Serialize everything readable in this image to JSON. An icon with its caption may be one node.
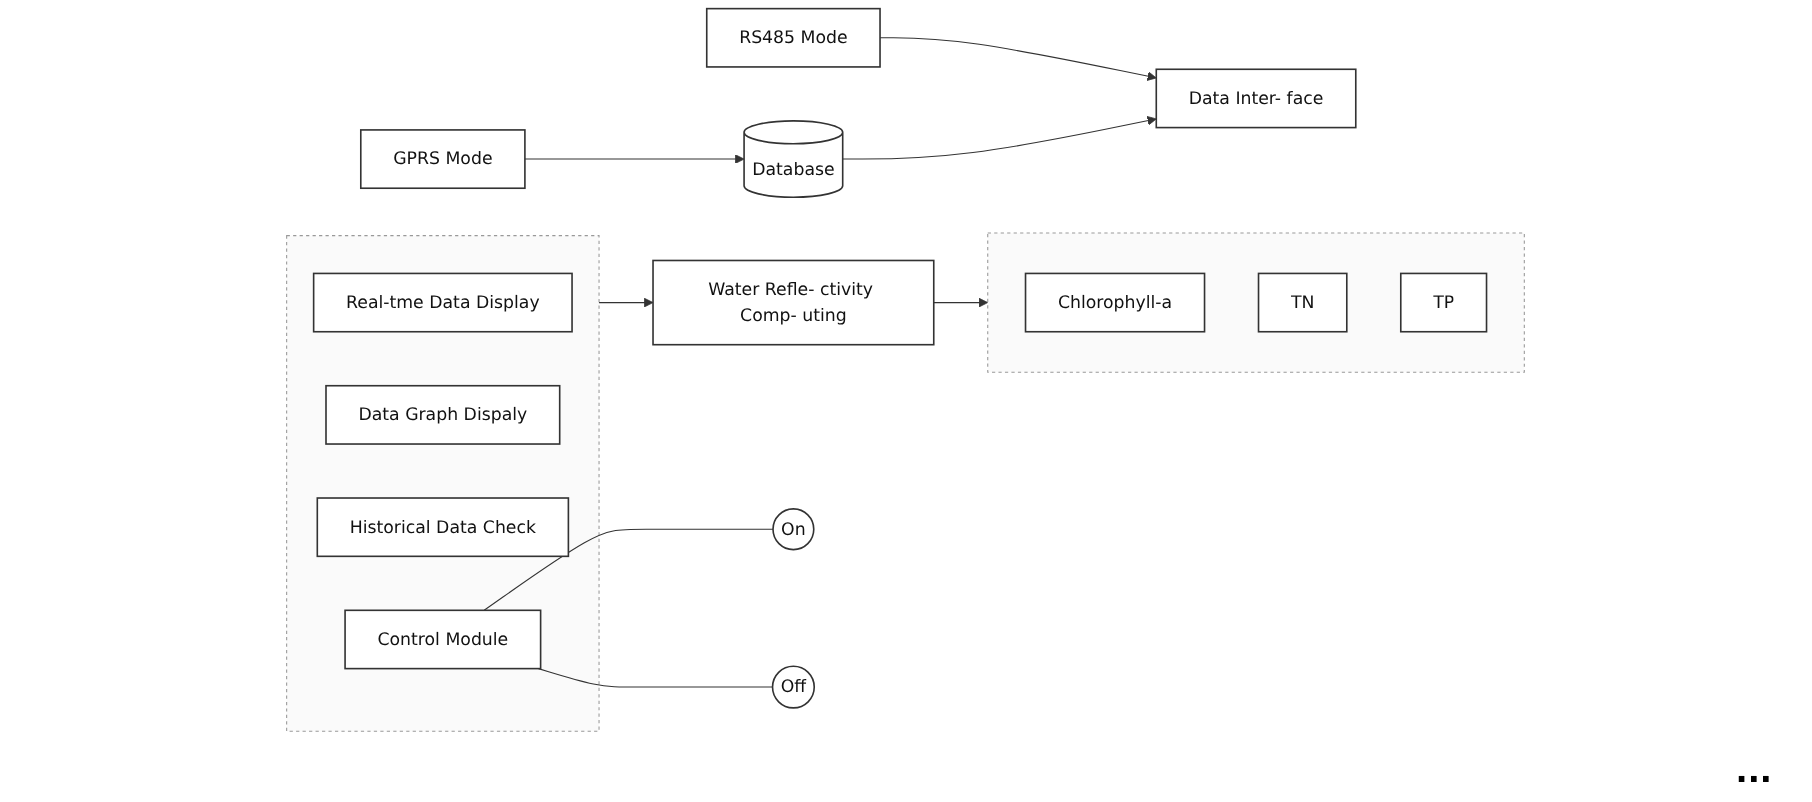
{
  "diagram": {
    "nodes": [
      {
        "text": [
          "RS485 Mode"
        ]
      },
      {
        "text": [
          "GPRS Mode"
        ]
      },
      {
        "text": [
          "Database"
        ]
      },
      {
        "text": [
          "Data Inter- face"
        ]
      },
      {
        "text": [],
        "shape": "box"
      },
      {
        "text": [
          "Real-tme Data Display"
        ],
        "in": 4
      },
      {
        "text": [
          "Data Graph Dispaly"
        ],
        "in": 4
      },
      {
        "text": [
          "Historical Data Check"
        ],
        "in": 4
      },
      {
        "text": [
          "Control Module"
        ],
        "in": 4
      },
      {
        "text": [
          "Water Refle- ctivity Comp- uting"
        ]
      },
      {
        "text": [],
        "shape": "box"
      },
      {
        "text": [
          "Chlorophyll-a"
        ],
        "in": 10
      },
      {
        "text": [
          "TN"
        ],
        "in": 10
      },
      {
        "text": [
          "TP"
        ],
        "in": 10
      },
      {
        "text": [
          "On"
        ]
      },
      {
        "text": [
          "Off"
        ]
      }
    ],
    "edges": [
      {
        "from": 0,
        "to": 3,
        "arrow": "to"
      },
      {
        "from": 1,
        "to": 2,
        "arrow": "to"
      },
      {
        "from": 2,
        "to": 3,
        "arrow": "to"
      },
      {
        "from": 4,
        "to": 9,
        "arrow": "to"
      },
      {
        "from": 9,
        "to": 10,
        "arrow": "to"
      },
      {
        "from": 8,
        "to": 14,
        "arrow": "none"
      },
      {
        "from": 8,
        "to": 15,
        "arrow": "none"
      }
    ],
    "labels": [
      "..."
    ]
  }
}
